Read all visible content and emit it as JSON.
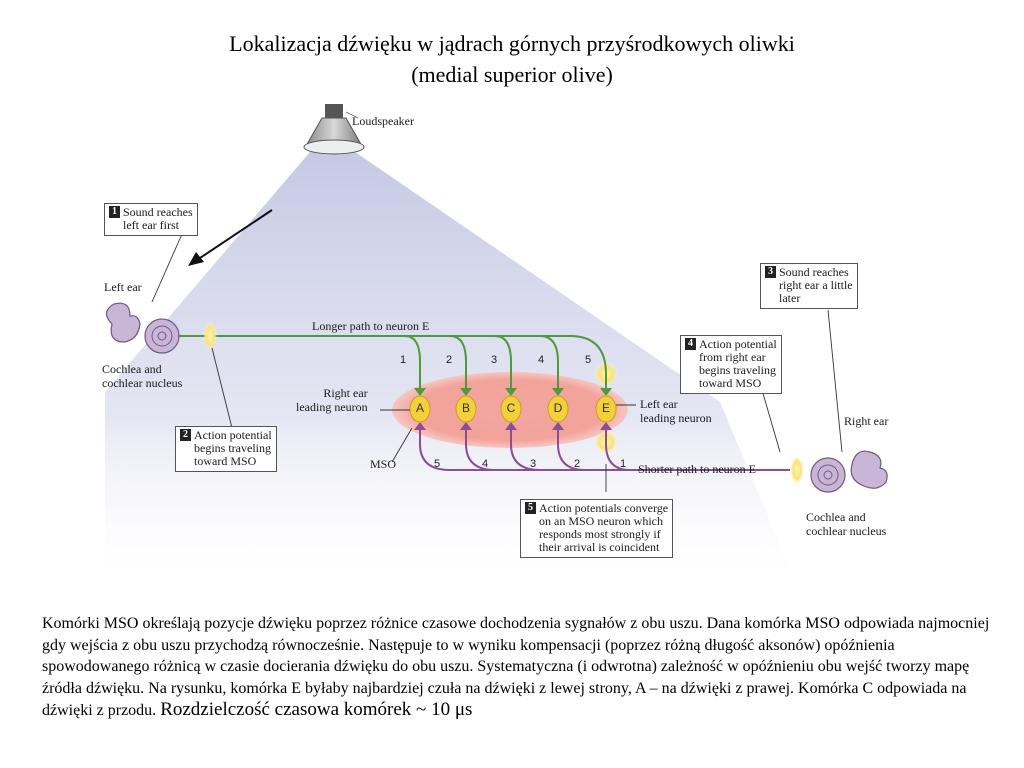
{
  "title": {
    "line1": "Lokalizacja dźwięku w jądrach górnych przyśrodkowych oliwki",
    "line2": "(medial superior olive)"
  },
  "diagram": {
    "loudspeaker": "Loudspeaker",
    "left_ear": "Left ear",
    "right_ear": "Right ear",
    "left_cochlea": "Cochlea and\ncochlear nucleus",
    "right_cochlea": "Cochlea and\ncochlear nucleus",
    "longer_path": "Longer path to neuron E",
    "shorter_path": "Shorter path to neuron E",
    "right_leading": "Right ear\nleading neuron",
    "left_leading": "Left ear\nleading neuron",
    "mso": "MSO",
    "neurons": [
      "A",
      "B",
      "C",
      "D",
      "E"
    ],
    "top_path_numbers": [
      "1",
      "2",
      "3",
      "4",
      "5"
    ],
    "bottom_path_numbers": [
      "5",
      "4",
      "3",
      "2",
      "1"
    ],
    "steps": [
      {
        "num": "1",
        "text": "Sound reaches\nleft ear first"
      },
      {
        "num": "2",
        "text": "Action potential\nbegins traveling\ntoward MSO"
      },
      {
        "num": "3",
        "text": "Sound reaches\nright ear a little\nlater"
      },
      {
        "num": "4",
        "text": "Action potential\nfrom right ear\nbegins traveling\ntoward MSO"
      },
      {
        "num": "5",
        "text": "Action potentials converge\non an MSO neuron which\nresponds most strongly if\ntheir arrival is coincident"
      }
    ]
  },
  "body": {
    "text": "Komórki MSO określają pozycje dźwięku poprzez różnice czasowe dochodzenia sygnałów z obu uszu. Dana komórka MSO odpowiada najmocniej gdy wejścia z obu uszu przychodzą równocześnie. Następuje to w wyniku kompensacji (poprzez różną długość aksonów) opóźnienia spowodowanego różnicą w czasie docierania dźwięku do obu uszu. Systematyczna (i odwrotna) zależność w opóźnieniu obu wejść tworzy mapę źródła dźwięku. Na rysunku, komórka E byłaby najbardziej czuła na dźwięki z lewej strony, A – na dźwięki z prawej. Komórka C odpowiada na dźwięki z przodu.",
    "resolution": "Rozdzielczość czasowa komórek ~ 10 μs"
  },
  "colors": {
    "beam": "#c9cbe4",
    "green_axon": "#4e9a3c",
    "purple_axon": "#8a4f92",
    "neuron_fill": "#f3cf3a",
    "mso_fill": "#f2a19a",
    "ear_fill": "#c9b5d6"
  }
}
